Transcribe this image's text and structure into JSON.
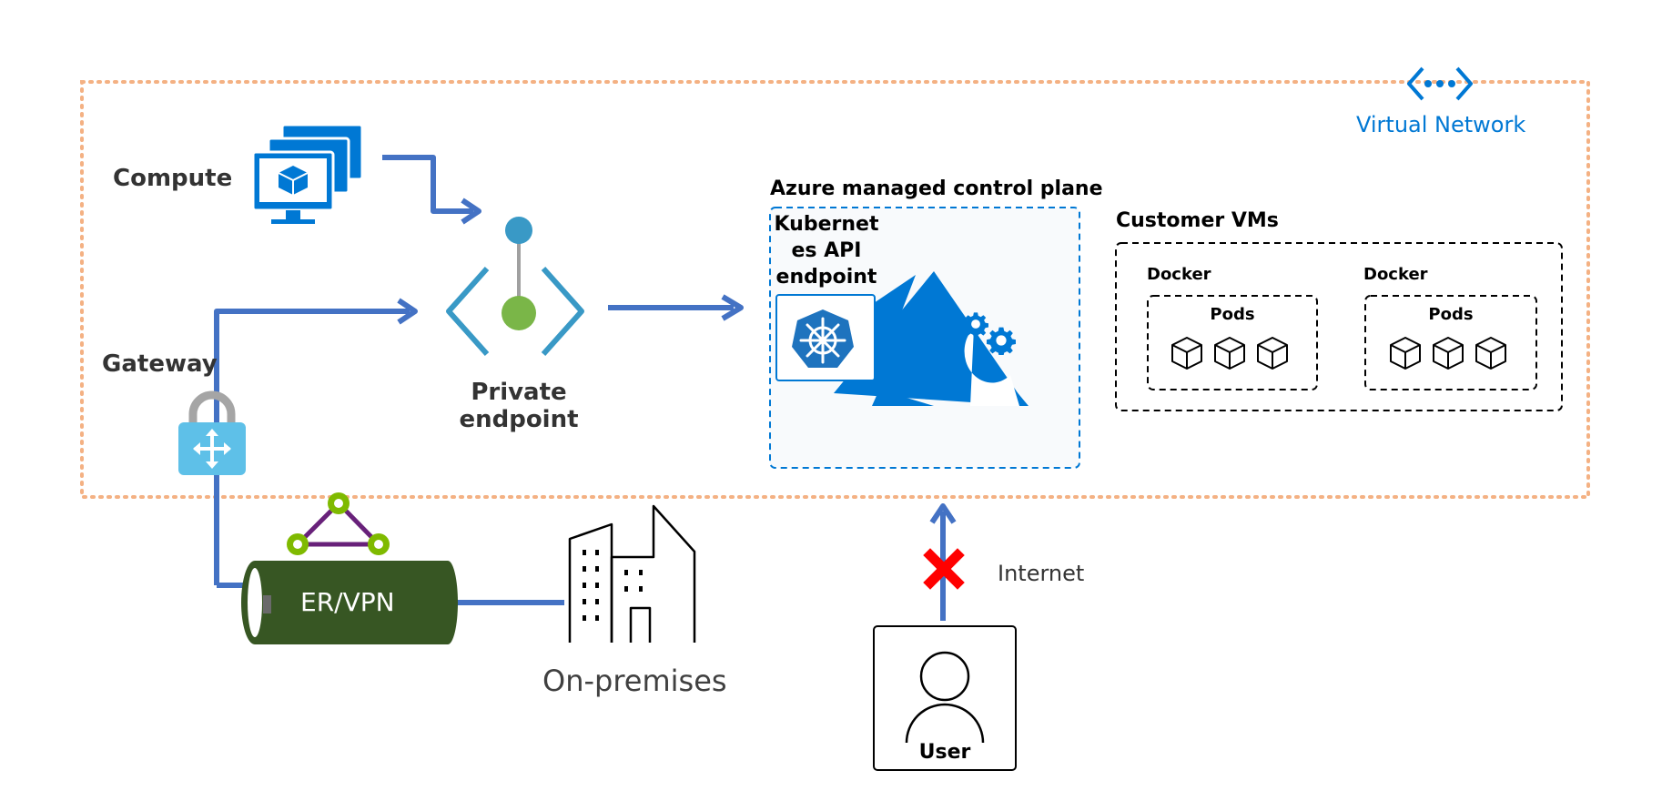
{
  "virtual_network": {
    "label": "Virtual Network"
  },
  "compute": {
    "label": "Compute"
  },
  "gateway": {
    "label": "Gateway"
  },
  "private_endpoint": {
    "label_line1": "Private",
    "label_line2": "endpoint"
  },
  "control_plane": {
    "title": "Azure managed control plane",
    "api_line1": "Kubernet",
    "api_line2": "es API",
    "api_line3": "endpoint"
  },
  "customer_vms": {
    "title": "Customer VMs",
    "groups": [
      {
        "docker_label": "Docker",
        "pods_label": "Pods"
      },
      {
        "docker_label": "Docker",
        "pods_label": "Pods"
      }
    ]
  },
  "er_vpn": {
    "label": "ER/VPN"
  },
  "on_premises": {
    "label": "On-premises"
  },
  "internet": {
    "label": "Internet"
  },
  "user": {
    "label": "User"
  },
  "colors": {
    "connector": "#4472c4",
    "azure_blue": "#0078d4",
    "vnet_border": "#f4b183",
    "er_green": "#375623",
    "blocked_red": "#ff0000"
  }
}
